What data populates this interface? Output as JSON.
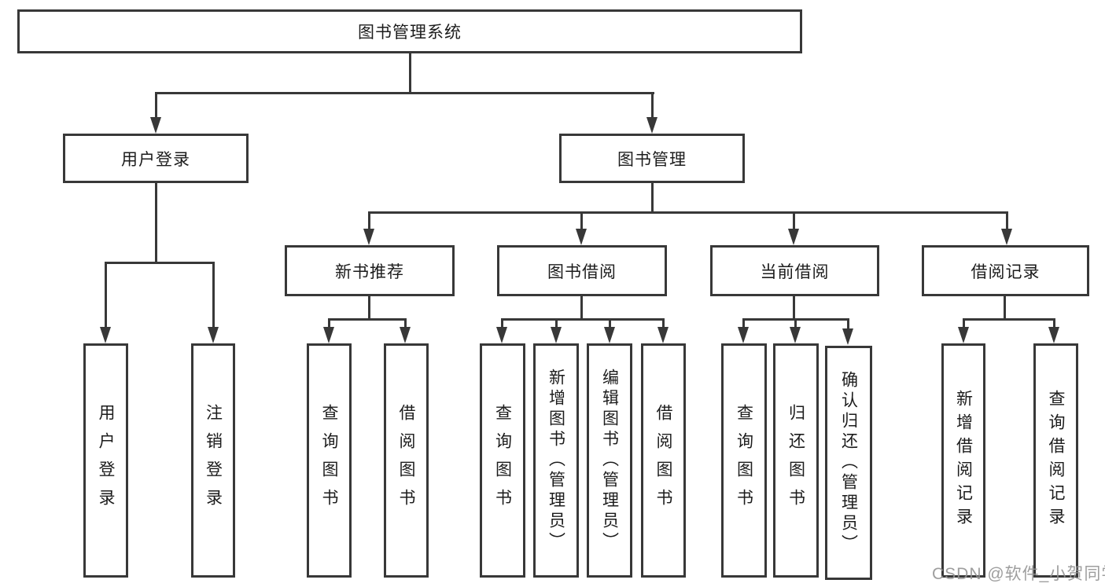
{
  "diagram": {
    "title": "图书管理系统",
    "nodes": {
      "root": {
        "label": "图书管理系统"
      },
      "user_login": {
        "label": "用户登录"
      },
      "book_management": {
        "label": "图书管理"
      },
      "new_book_recommend": {
        "label": "新书推荐"
      },
      "book_borrow": {
        "label": "图书借阅"
      },
      "current_borrow": {
        "label": "当前借阅"
      },
      "borrow_records": {
        "label": "借阅记录"
      },
      "leaf_user_login": {
        "label": "用户登录"
      },
      "leaf_logout": {
        "label": "注销登录"
      },
      "leaf_query_book_recommend": {
        "label": "查询图书"
      },
      "leaf_borrow_book_recommend": {
        "label": "借阅图书"
      },
      "leaf_query_book_borrow": {
        "label": "查询图书"
      },
      "leaf_add_book_admin": {
        "label": "新增图书（管理员）"
      },
      "leaf_edit_book_admin": {
        "label": "编辑图书（管理员）"
      },
      "leaf_borrow_book_borrow": {
        "label": "借阅图书"
      },
      "leaf_query_book_current": {
        "label": "查询图书"
      },
      "leaf_return_book": {
        "label": "归还图书"
      },
      "leaf_confirm_return_admin": {
        "label": "确认归还（管理员）"
      },
      "leaf_add_borrow_record": {
        "label": "新增借阅记录"
      },
      "leaf_query_borrow_record": {
        "label": "查询借阅记录"
      }
    },
    "edges": [
      "root->user_login",
      "root->book_management",
      "user_login->leaf_user_login",
      "user_login->leaf_logout",
      "book_management->new_book_recommend",
      "book_management->book_borrow",
      "book_management->current_borrow",
      "book_management->borrow_records",
      "new_book_recommend->leaf_query_book_recommend",
      "new_book_recommend->leaf_borrow_book_recommend",
      "book_borrow->leaf_query_book_borrow",
      "book_borrow->leaf_add_book_admin",
      "book_borrow->leaf_edit_book_admin",
      "book_borrow->leaf_borrow_book_borrow",
      "current_borrow->leaf_query_book_current",
      "current_borrow->leaf_return_book",
      "current_borrow->leaf_confirm_return_admin",
      "borrow_records->leaf_add_borrow_record",
      "borrow_records->leaf_query_borrow_record"
    ],
    "colors": {
      "line": "#383838",
      "text": "#1c1c1c",
      "background": "#ffffff",
      "watermark": "#949494"
    }
  },
  "watermark": {
    "text": "CSDN @软件_小贺同学"
  }
}
